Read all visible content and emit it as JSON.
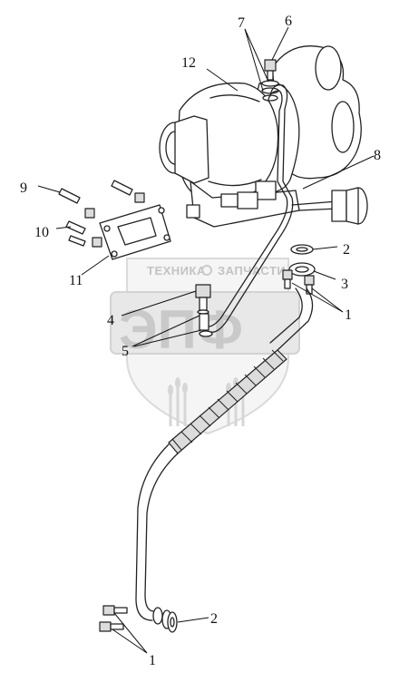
{
  "diagram": {
    "watermark": {
      "top_text_left": "ТЕХНИКА",
      "top_text_right": "ЗАПЧАСТИ",
      "logo_text": "ЭПФ"
    },
    "callouts": [
      {
        "id": "c1a",
        "label": "1"
      },
      {
        "id": "c1b",
        "label": "1"
      },
      {
        "id": "c2a",
        "label": "2"
      },
      {
        "id": "c2b",
        "label": "2"
      },
      {
        "id": "c3",
        "label": "3"
      },
      {
        "id": "c4",
        "label": "4"
      },
      {
        "id": "c5",
        "label": "5"
      },
      {
        "id": "c6",
        "label": "6"
      },
      {
        "id": "c7",
        "label": "7"
      },
      {
        "id": "c8",
        "label": "8"
      },
      {
        "id": "c9",
        "label": "9"
      },
      {
        "id": "c10",
        "label": "10"
      },
      {
        "id": "c11",
        "label": "11"
      },
      {
        "id": "c12",
        "label": "12"
      }
    ]
  }
}
